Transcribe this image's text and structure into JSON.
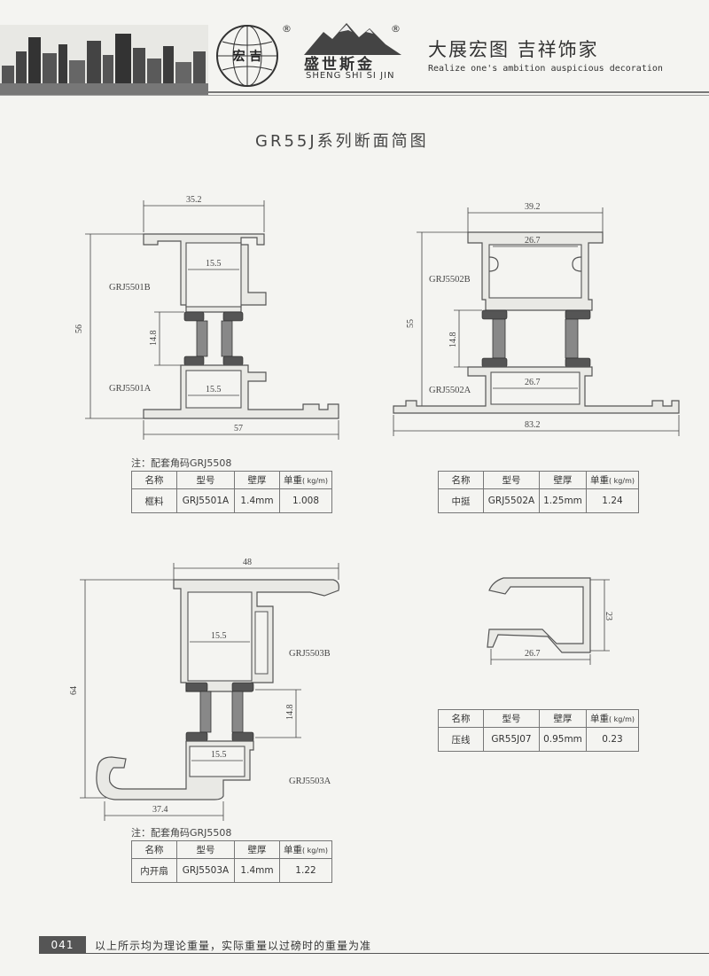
{
  "header": {
    "logo_text": "宏 吉",
    "registered_mark": "®",
    "brand_cn": "盛世斯金",
    "brand_pinyin": "SHENG SHI SI JIN",
    "slogan_cn": "大展宏图 吉祥饰家",
    "slogan_en": "Realize one's ambition auspicious decoration"
  },
  "title": "GR55J系列断面简图",
  "sections": {
    "frame": {
      "top_label": "GRJ5501B",
      "bottom_label": "GRJ5501A",
      "dims": {
        "top_width": "35.2",
        "inner_top": "15.5",
        "inner_bottom": "15.5",
        "height": "56",
        "strip": "14.8",
        "bottom_width": "57"
      }
    },
    "mullion": {
      "top_label": "GRJ5502B",
      "bottom_label": "GRJ5502A",
      "dims": {
        "top_width": "39.2",
        "inner_top": "26.7",
        "inner_bottom": "26.7",
        "height": "55",
        "strip": "14.8",
        "bottom_width": "83.2"
      }
    },
    "sash": {
      "top_label": "GRJ5503B",
      "bottom_label": "GRJ5503A",
      "dims": {
        "top_width": "48",
        "inner_top": "15.5",
        "inner_bottom": "15.5",
        "height": "64",
        "strip": "14.8",
        "bottom_width": "37.4"
      }
    },
    "bead": {
      "dims": {
        "height": "23",
        "width": "26.7"
      }
    }
  },
  "tables": {
    "headers": {
      "name": "名称",
      "model": "型号",
      "thickness": "壁厚",
      "weight": "单重",
      "weight_unit": "( kg/m)"
    },
    "frame": {
      "note": "注：配套角码GRJ5508",
      "name": "框料",
      "model": "GRJ5501A",
      "thickness": "1.4mm",
      "weight": "1.008"
    },
    "mullion": {
      "name": "中挺",
      "model": "GRJ5502A",
      "thickness": "1.25mm",
      "weight": "1.24"
    },
    "sash": {
      "note": "注：配套角码GRJ5508",
      "name": "内开扇",
      "model": "GRJ5503A",
      "thickness": "1.4mm",
      "weight": "1.22"
    },
    "bead": {
      "name": "压线",
      "model": "GR55J07",
      "thickness": "0.95mm",
      "weight": "0.23"
    }
  },
  "footer": {
    "page_number": "041",
    "text": "以上所示均为理论重量，实际重量以过磅时的重量为准"
  }
}
